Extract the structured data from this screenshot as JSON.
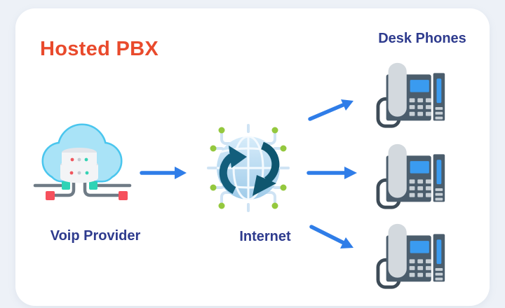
{
  "title": {
    "text": "Hosted PBX",
    "color": "#e94a2c"
  },
  "nodes": {
    "voip_provider": {
      "label": "Voip Provider",
      "icon": "cloud-server-icon"
    },
    "internet": {
      "label": "Internet",
      "icon": "internet-globe-icon"
    },
    "desk_phones": {
      "label": "Desk Phones",
      "icon": "desk-phone-icon",
      "phone_count": 3
    }
  },
  "connections": [
    {
      "from": "voip_provider",
      "to": "internet",
      "style": "straight"
    },
    {
      "from": "internet",
      "to": "desk_phone_1",
      "style": "up-right"
    },
    {
      "from": "internet",
      "to": "desk_phone_2",
      "style": "straight"
    },
    {
      "from": "internet",
      "to": "desk_phone_3",
      "style": "down-right"
    }
  ],
  "colors": {
    "background": "#edf1f7",
    "card": "#ffffff",
    "title": "#e94a2c",
    "node_label": "#2e3b8e",
    "arrow": "#2f7de8",
    "cloud_fill": "#a9e3f7",
    "cloud_stroke": "#4ac6ee",
    "server_body": "#f3f4f6",
    "cable_gray": "#6f7b86",
    "connector_teal": "#2fd3b6",
    "connector_red": "#f6505c",
    "globe_blue": "#aed5ee",
    "sync_arrow_teal": "#135e7c",
    "circuit_dot_green": "#94c83e",
    "phone_body": "#4b5d6c",
    "phone_handset": "#d3d9de",
    "phone_screen": "#3a9bf0"
  }
}
